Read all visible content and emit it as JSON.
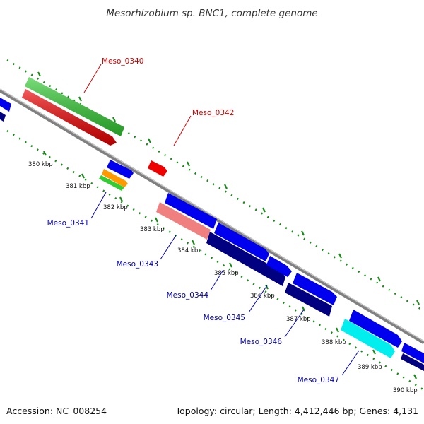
{
  "title": "Mesorhizobium sp. BNC1, complete genome",
  "footer": {
    "accession": "Accession: NC_008254",
    "topology": "Topology: circular; Length: 4,412,446 bp; Genes: 4,131"
  },
  "ticks": [
    "380 kbp",
    "381 kbp",
    "382 kbp",
    "383 kbp",
    "384 kbp",
    "385 kbp",
    "386 kbp",
    "387 kbp",
    "388 kbp",
    "389 kbp",
    "390 kbp"
  ],
  "gene_labels": {
    "meso_0340": "Meso_0340",
    "meso_0341": "Meso_0341",
    "meso_0342": "Meso_0342",
    "meso_0343": "Meso_0343",
    "meso_0344": "Meso_0344",
    "meso_0345": "Meso_0345",
    "meso_0346": "Meso_0346",
    "meso_0347": "Meso_0347"
  },
  "colors": {
    "backbone": "#808080",
    "dots": "#1a8a1a",
    "red_feature": "#ee0000",
    "green_feature": "#33cc33",
    "blue_feature": "#0000ee",
    "navy_feature": "#000080",
    "orange_feature": "#ff9900",
    "pink_feature": "#f08080",
    "cyan_feature": "#00eeee",
    "label_red": "#d40000",
    "label_blue": "#0000b0"
  }
}
